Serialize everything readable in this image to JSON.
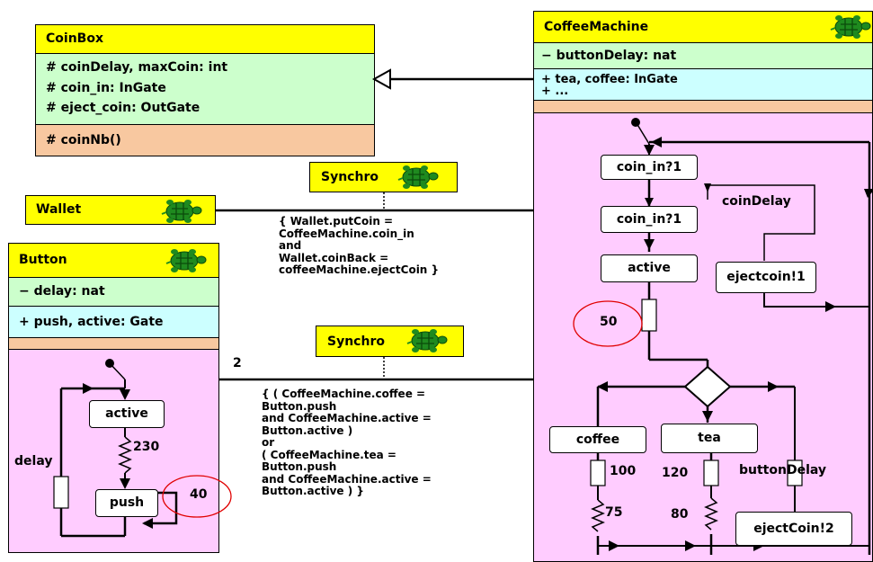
{
  "coinbox": {
    "name": "CoinBox",
    "attributes": [
      "# coinDelay, maxCoin: int",
      "# coin_in: InGate",
      "# eject_coin: OutGate"
    ],
    "operations": [
      "# coinNb()"
    ]
  },
  "coffee_machine": {
    "name": "CoffeeMachine",
    "attribute": "− buttonDelay: nat",
    "gates": [
      "+ tea, coffee: InGate",
      "+ ..."
    ],
    "states": {
      "coin_in_1": "coin_in?1",
      "coin_in_2": "coin_in?1",
      "coin_delay": "coinDelay",
      "active": "active",
      "ejectcoin_1": "ejectcoin!1",
      "fifty": "50",
      "coffee": "coffee",
      "tea": "tea",
      "hundred": "100",
      "one_twenty": "120",
      "button_delay": "buttonDelay",
      "seventy_five": "75",
      "eighty": "80",
      "ejectcoin_2": "ejectCoin!2"
    }
  },
  "wallet": {
    "name": "Wallet"
  },
  "synchro_top": {
    "name": "Synchro",
    "note": "{ Wallet.putCoin =\nCoffeeMachine.coin_in\nand\nWallet.coinBack =\ncoffeeMachine.ejectCoin }"
  },
  "synchro_bottom": {
    "name": "Synchro",
    "multiplicity": "2",
    "note": "{ ( CoffeeMachine.coffee =\nButton.push\nand CoffeeMachine.active =\nButton.active )\nor\n( CoffeeMachine.tea =\nButton.push\nand CoffeeMachine.active =\nButton.active ) }"
  },
  "button": {
    "name": "Button",
    "attribute": "− delay: nat",
    "gates": "+ push, active: Gate",
    "states": {
      "active": "active",
      "push": "push",
      "delay": "delay",
      "two_thirty": "230",
      "forty": "40"
    }
  },
  "colors": {
    "header": "#ffff00",
    "attributes": "#ccffcc",
    "gates": "#ccffff",
    "operations": "#f8c8a0",
    "behavior": "#ffccff",
    "highlight": "#e00000",
    "turtle": "#1f8a1f"
  }
}
